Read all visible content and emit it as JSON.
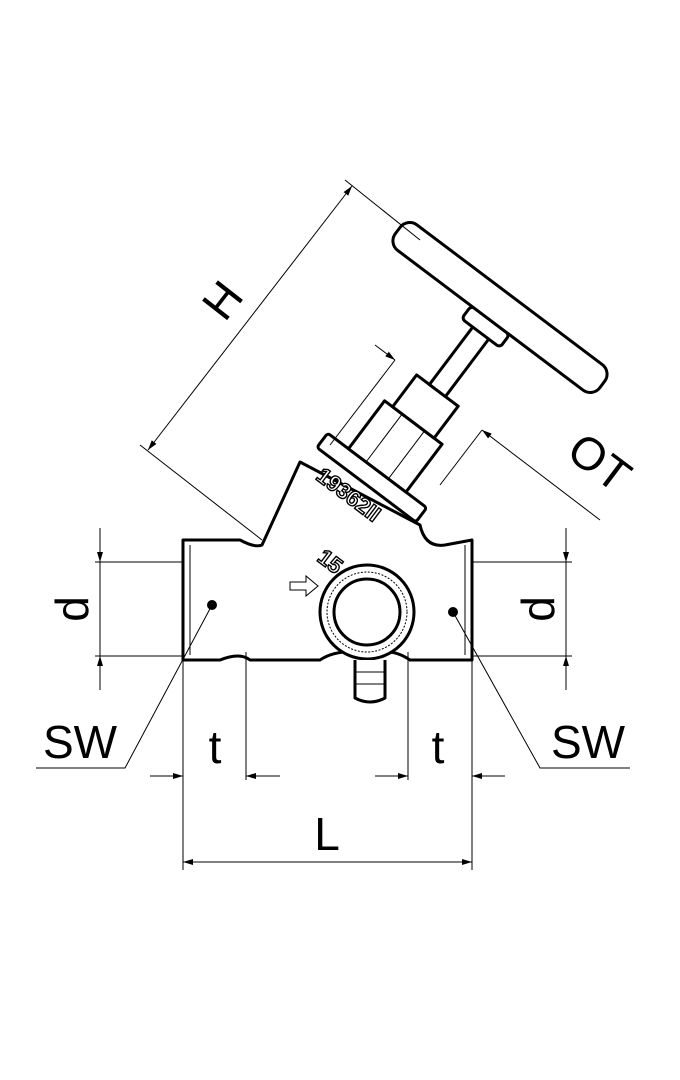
{
  "title": "Angle seat valve dimension drawing",
  "labels": {
    "height": "H",
    "handle_clearance": "OT",
    "diameter_left": "d",
    "diameter_right": "d",
    "wrench_left": "SW",
    "wrench_right": "SW",
    "thread_left": "t",
    "thread_right": "t",
    "length": "L",
    "size_mark": "15",
    "body_marking": "19362II"
  },
  "colors": {
    "line": "#000000",
    "background": "#ffffff"
  }
}
